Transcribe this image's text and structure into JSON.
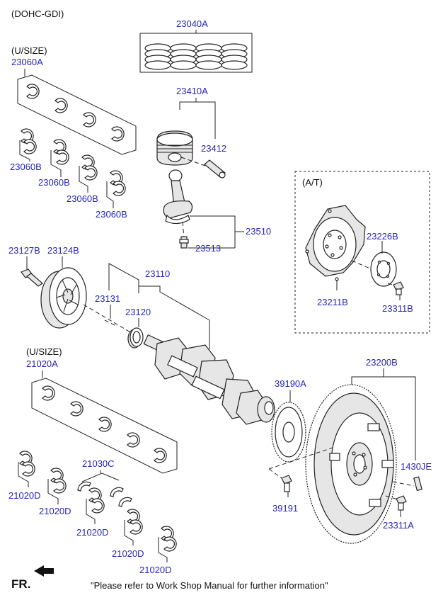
{
  "engine_type": "(DOHC-GDI)",
  "undersize_1": "(U/SIZE)",
  "undersize_2": "(U/SIZE)",
  "at_box_title": "(A/T)",
  "front_marker": "FR.",
  "footer_note": "\"Please refer to Work Shop Manual for further information\"",
  "parts": {
    "p23040A": "23040A",
    "p23060A": "23060A",
    "p23060B_1": "23060B",
    "p23060B_2": "23060B",
    "p23060B_3": "23060B",
    "p23060B_4": "23060B",
    "p23410A": "23410A",
    "p23412": "23412",
    "p23510": "23510",
    "p23513": "23513",
    "p23226B": "23226B",
    "p23211B": "23211B",
    "p23311B": "23311B",
    "p23127B": "23127B",
    "p23124B": "23124B",
    "p23110": "23110",
    "p23131": "23131",
    "p23120": "23120",
    "p21020A": "21020A",
    "p39190A": "39190A",
    "p23200B": "23200B",
    "p21030C": "21030C",
    "p1430JE": "1430JE",
    "p21020D_1": "21020D",
    "p21020D_2": "21020D",
    "p21020D_3": "21020D",
    "p21020D_4": "21020D",
    "p21020D_5": "21020D",
    "p39191": "39191",
    "p23311A": "23311A"
  },
  "colors": {
    "label": "#2626b8",
    "line": "#222222",
    "text": "#111111"
  }
}
